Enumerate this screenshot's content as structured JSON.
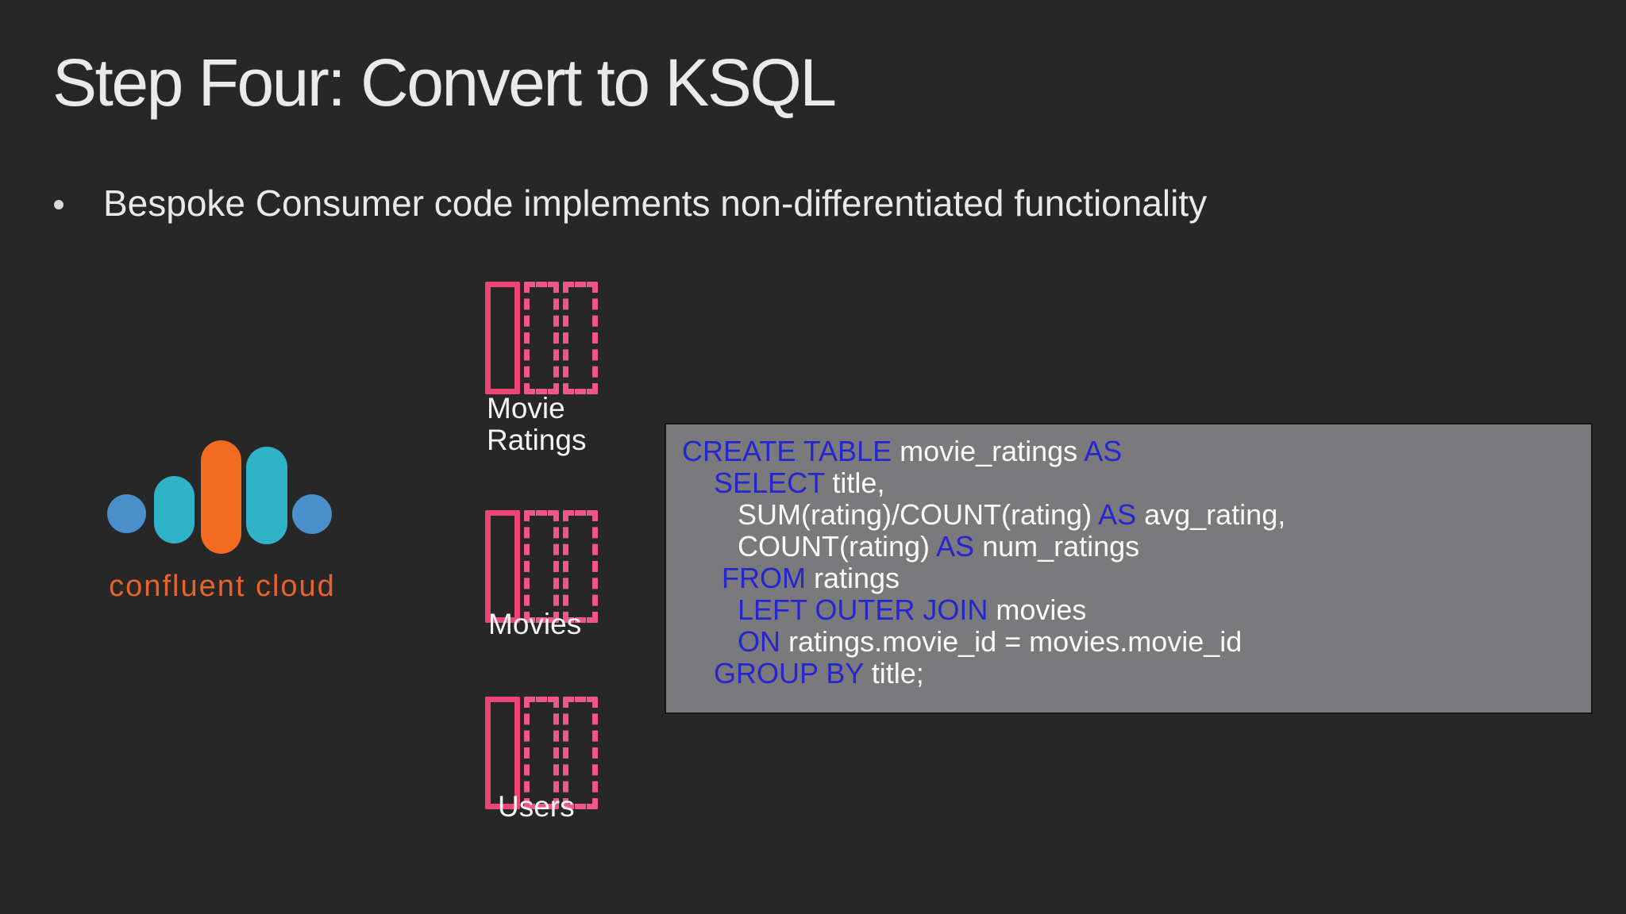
{
  "slide": {
    "title": "Step Four: Convert to KSQL",
    "bullet": "Bespoke Consumer code implements non-differentiated functionality"
  },
  "logo": {
    "wordmark": "confluent cloud"
  },
  "topics": [
    {
      "id": "movie-ratings",
      "label_lines": [
        "Movie",
        "Ratings"
      ]
    },
    {
      "id": "movies",
      "label_lines": [
        "Movies"
      ]
    },
    {
      "id": "users",
      "label_lines": [
        "Users"
      ]
    }
  ],
  "code_panel": {
    "language": "KSQL",
    "lines": [
      [
        {
          "t": "CREATE TABLE ",
          "k": true
        },
        {
          "t": "movie_ratings ",
          "k": false
        },
        {
          "t": "AS",
          "k": true
        }
      ],
      [
        {
          "t": "    ",
          "k": false
        },
        {
          "t": "SELECT ",
          "k": true
        },
        {
          "t": "title,",
          "k": false
        }
      ],
      [
        {
          "t": "       SUM(rating)/COUNT(rating) ",
          "k": false
        },
        {
          "t": "AS ",
          "k": true
        },
        {
          "t": "avg_rating,",
          "k": false
        }
      ],
      [
        {
          "t": "       COUNT(rating) ",
          "k": false
        },
        {
          "t": "AS ",
          "k": true
        },
        {
          "t": "num_ratings",
          "k": false
        }
      ],
      [
        {
          "t": "     ",
          "k": false
        },
        {
          "t": "FROM ",
          "k": true
        },
        {
          "t": "ratings",
          "k": false
        }
      ],
      [
        {
          "t": "       ",
          "k": false
        },
        {
          "t": "LEFT OUTER JOIN ",
          "k": true
        },
        {
          "t": "movies",
          "k": false
        }
      ],
      [
        {
          "t": "       ",
          "k": false
        },
        {
          "t": "ON ",
          "k": true
        },
        {
          "t": "ratings.movie_id = movies.movie_id",
          "k": false
        }
      ],
      [
        {
          "t": "    ",
          "k": false
        },
        {
          "t": "GROUP BY ",
          "k": true
        },
        {
          "t": "title;",
          "k": false
        }
      ]
    ]
  },
  "colors": {
    "background": "#282728",
    "title_text": "#eaeaea",
    "bullet_text": "#e9e9e9",
    "topic_pink": "#ef4576",
    "topic_pink_dashed": "#f0558c",
    "topic_label": "#f4f4f4",
    "code_bg": "#7a797b",
    "code_border": "#161616",
    "code_keyword": "#2626cf",
    "code_text": "#fafafa",
    "logo_blue": "#4a8fc9",
    "logo_teal": "#2fb4c7",
    "logo_orange": "#f36b21",
    "logo_wordmark": "#e8632c"
  }
}
